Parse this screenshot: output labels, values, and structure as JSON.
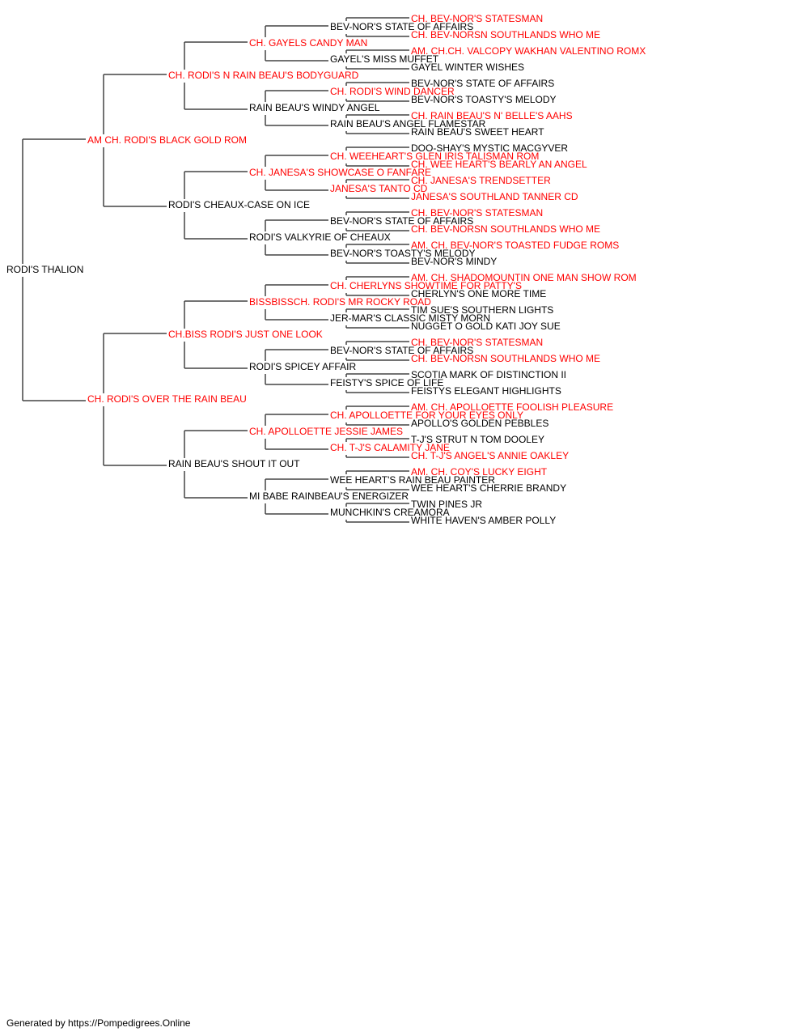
{
  "colors": {
    "champion": "#ff0000",
    "regular": "#000000",
    "line": "#444444"
  },
  "pedigree": {
    "subject": {
      "name": "RODI'S THALION",
      "champion": false
    },
    "generations": [
      [
        {
          "name": "AM CH. RODI'S BLACK GOLD ROM",
          "champion": true
        },
        {
          "name": "CH. RODI'S OVER THE RAIN BEAU",
          "champion": true
        }
      ],
      [
        {
          "name": "CH. RODI'S N RAIN BEAU'S BODYGUARD",
          "champion": true
        },
        {
          "name": "RODI'S CHEAUX-CASE ON ICE",
          "champion": false
        },
        {
          "name": "CH.BISS RODI'S JUST ONE LOOK",
          "champion": true
        },
        {
          "name": "RAIN BEAU'S SHOUT IT OUT",
          "champion": false
        }
      ],
      [
        {
          "name": "CH. GAYELS CANDY MAN",
          "champion": true
        },
        {
          "name": "RAIN BEAU'S WINDY ANGEL",
          "champion": false
        },
        {
          "name": "CH. JANESA'S SHOWCASE O FANFARE",
          "champion": true
        },
        {
          "name": "RODI'S VALKYRIE OF CHEAUX",
          "champion": false
        },
        {
          "name": "BISSBISSCH. RODI'S MR ROCKY ROAD",
          "champion": true
        },
        {
          "name": "RODI'S SPICEY AFFAIR",
          "champion": false
        },
        {
          "name": "CH. APOLLOETTE JESSIE JAMES",
          "champion": true
        },
        {
          "name": "MI BABE RAINBEAU'S ENERGIZER",
          "champion": false
        }
      ],
      [
        {
          "name": "BEV-NOR'S STATE OF AFFAIRS",
          "champion": false
        },
        {
          "name": "GAYEL'S MISS MUFFET",
          "champion": false
        },
        {
          "name": "CH. RODI'S WIND DANCER",
          "champion": true
        },
        {
          "name": "RAIN BEAU'S ANGEL FLAMESTAR",
          "champion": false
        },
        {
          "name": "CH. WEEHEART'S GLEN IRIS TALISMAN ROM",
          "champion": true
        },
        {
          "name": "JANESA'S TANTO CD",
          "champion": true
        },
        {
          "name": "BEV-NOR'S STATE OF AFFAIRS",
          "champion": false
        },
        {
          "name": "BEV-NOR'S TOASTY'S MELODY",
          "champion": false
        },
        {
          "name": "CH. CHERLYNS SHOWTIME FOR PATTY'S",
          "champion": true
        },
        {
          "name": "JER-MAR'S CLASSIC MISTY MORN",
          "champion": false
        },
        {
          "name": "BEV-NOR'S STATE OF AFFAIRS",
          "champion": false
        },
        {
          "name": "FEISTY'S SPICE OF LIFE",
          "champion": false
        },
        {
          "name": "CH. APOLLOETTE FOR YOUR EYES ONLY",
          "champion": true
        },
        {
          "name": "CH. T-J'S CALAMITY JANE",
          "champion": true
        },
        {
          "name": "WEE HEART'S RAIN BEAU PAINTER",
          "champion": false
        },
        {
          "name": "MUNCHKIN'S CREAMORA",
          "champion": false
        }
      ],
      [
        {
          "name": "CH. BEV-NOR'S STATESMAN",
          "champion": true
        },
        {
          "name": "CH. BEV-NORSN SOUTHLANDS WHO ME",
          "champion": true
        },
        {
          "name": "AM. CH.CH. VALCOPY WAKHAN VALENTINO ROMX",
          "champion": true
        },
        {
          "name": "GAYEL WINTER WISHES",
          "champion": false
        },
        {
          "name": "BEV-NOR'S STATE OF AFFAIRS",
          "champion": false
        },
        {
          "name": "BEV-NOR'S TOASTY'S MELODY",
          "champion": false
        },
        {
          "name": "CH. RAIN BEAU'S N' BELLE'S AAHS",
          "champion": true
        },
        {
          "name": "RAIN BEAU'S SWEET HEART",
          "champion": false
        },
        {
          "name": "DOO-SHAY'S MYSTIC MACGYVER",
          "champion": false
        },
        {
          "name": "CH. WEE HEART'S BEARLY AN ANGEL",
          "champion": true
        },
        {
          "name": "CH. JANESA'S TRENDSETTER",
          "champion": true
        },
        {
          "name": "JANESA'S SOUTHLAND TANNER CD",
          "champion": true
        },
        {
          "name": "CH. BEV-NOR'S STATESMAN",
          "champion": true
        },
        {
          "name": "CH. BEV-NORSN SOUTHLANDS WHO ME",
          "champion": true
        },
        {
          "name": "AM. CH. BEV-NOR'S TOASTED FUDGE ROMS",
          "champion": true
        },
        {
          "name": "BEV-NOR'S MINDY",
          "champion": false
        },
        {
          "name": "AM. CH. SHADOMOUNTIN ONE MAN SHOW ROM",
          "champion": true
        },
        {
          "name": "CHERLYN'S ONE MORE TIME",
          "champion": false
        },
        {
          "name": "TIM SUE'S SOUTHERN LIGHTS",
          "champion": false
        },
        {
          "name": "NUGGET O GOLD KATI JOY SUE",
          "champion": false
        },
        {
          "name": "CH. BEV-NOR'S STATESMAN",
          "champion": true
        },
        {
          "name": "CH. BEV-NORSN SOUTHLANDS WHO ME",
          "champion": true
        },
        {
          "name": "SCOTIA MARK OF DISTINCTION II",
          "champion": false
        },
        {
          "name": "FEISTYS ELEGANT HIGHLIGHTS",
          "champion": false
        },
        {
          "name": "AM. CH. APOLLOETTE FOOLISH PLEASURE",
          "champion": true
        },
        {
          "name": "APOLLO'S GOLDEN PEBBLES",
          "champion": false
        },
        {
          "name": "T-J'S STRUT N TOM DOOLEY",
          "champion": false
        },
        {
          "name": "CH. T-J'S ANGEL'S ANNIE OAKLEY",
          "champion": true
        },
        {
          "name": "AM. CH. COY'S LUCKY EIGHT",
          "champion": true
        },
        {
          "name": "WEE HEART'S CHERRIE BRANDY",
          "champion": false
        },
        {
          "name": "TWIN PINES JR",
          "champion": false
        },
        {
          "name": "WHITE HAVEN'S AMBER POLLY",
          "champion": false
        }
      ]
    ]
  },
  "footer": {
    "text": "Generated by https://Pompedigrees.Online"
  }
}
